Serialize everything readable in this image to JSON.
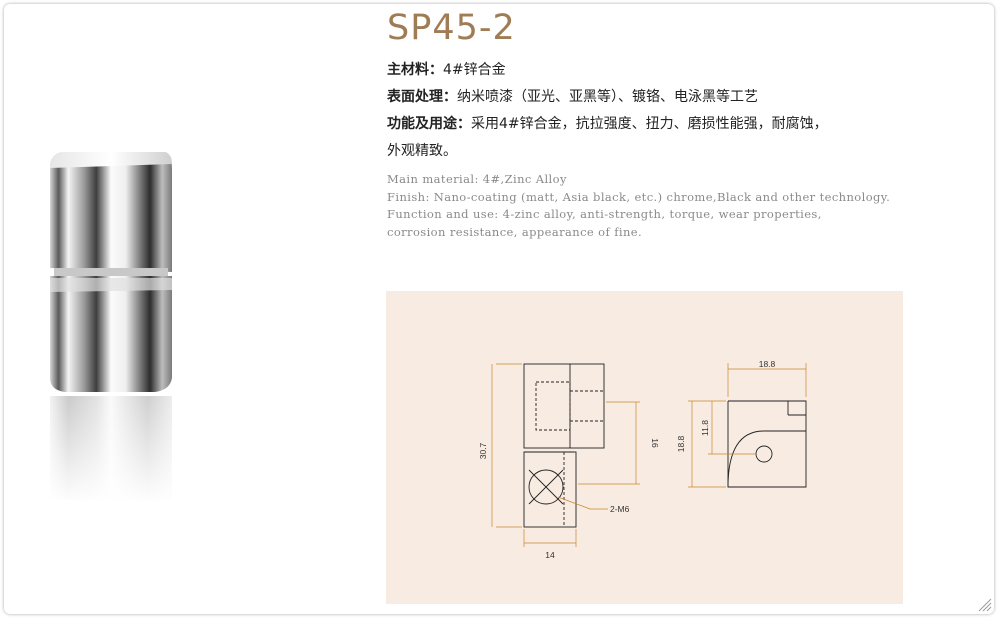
{
  "product": {
    "model": "SP45-2",
    "cn": {
      "material_label": "主材料：",
      "material_value": "4#锌合金",
      "finish_label": "表面处理：",
      "finish_value": "纳米喷漆（亚光、亚黑等）、镀铬、电泳黑等工艺",
      "function_label": "功能及用途：",
      "function_value": "采用4#锌合金，抗拉强度、扭力、磨损性能强，耐腐蚀，",
      "function_value_2": "外观精致。"
    },
    "en": {
      "line1": "Main material: 4#,Zinc Alloy",
      "line2": "Finish: Nano-coating (matt, Asia black, etc.) chrome,Black and other technology.",
      "line3": "Function and use: 4-zinc alloy, anti-strength, torque, wear properties,",
      "line4": "corrosion resistance, appearance of fine."
    }
  },
  "drawing": {
    "dim_height_total": "30.7",
    "dim_upper": "16",
    "dim_width_front": "14",
    "dim_thread": "2-M6",
    "dim_width_side": "18.8",
    "dim_height_side": "18.8",
    "dim_radius_side": "11.8"
  },
  "colors": {
    "title": "#a07c55",
    "panel_background": "#f8ebe2",
    "dimension_lines": "#c9872f",
    "drawing_lines": "#222222"
  }
}
